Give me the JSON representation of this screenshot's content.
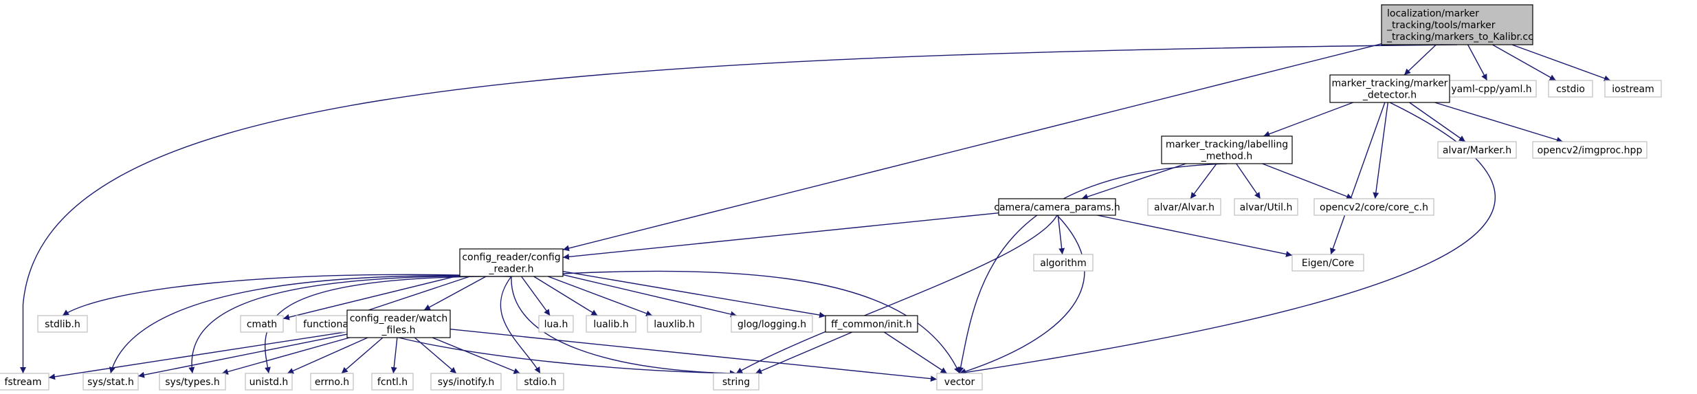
{
  "nodes": {
    "root": {
      "lines": [
        "localization/marker",
        "_tracking/tools/marker",
        "_tracking/markers_to_Kalibr.cc"
      ],
      "kind": "root"
    },
    "yaml": {
      "lines": [
        "yaml-cpp/yaml.h"
      ],
      "kind": "external"
    },
    "cstdio": {
      "lines": [
        "cstdio"
      ],
      "kind": "external"
    },
    "iostream": {
      "lines": [
        "iostream"
      ],
      "kind": "external"
    },
    "detector": {
      "lines": [
        "marker_tracking/marker",
        "_detector.h"
      ],
      "kind": "internal"
    },
    "alvar_marker": {
      "lines": [
        "alvar/Marker.h"
      ],
      "kind": "external"
    },
    "imgproc": {
      "lines": [
        "opencv2/imgproc.hpp"
      ],
      "kind": "external"
    },
    "labelling": {
      "lines": [
        "marker_tracking/labelling",
        "_method.h"
      ],
      "kind": "internal"
    },
    "camera": {
      "lines": [
        "camera/camera_params.h"
      ],
      "kind": "internal"
    },
    "alvar_alvar": {
      "lines": [
        "alvar/Alvar.h"
      ],
      "kind": "external"
    },
    "alvar_util": {
      "lines": [
        "alvar/Util.h"
      ],
      "kind": "external"
    },
    "core_c": {
      "lines": [
        "opencv2/core/core_c.h"
      ],
      "kind": "external"
    },
    "algorithm": {
      "lines": [
        "algorithm"
      ],
      "kind": "external"
    },
    "eigen": {
      "lines": [
        "Eigen/Core"
      ],
      "kind": "external"
    },
    "config": {
      "lines": [
        "config_reader/config",
        "_reader.h"
      ],
      "kind": "internal"
    },
    "stdlib": {
      "lines": [
        "stdlib.h"
      ],
      "kind": "external"
    },
    "cmath": {
      "lines": [
        "cmath"
      ],
      "kind": "external"
    },
    "functional": {
      "lines": [
        "functional"
      ],
      "kind": "external"
    },
    "watch": {
      "lines": [
        "config_reader/watch",
        "_files.h"
      ],
      "kind": "internal"
    },
    "lua": {
      "lines": [
        "lua.h"
      ],
      "kind": "external"
    },
    "lualib": {
      "lines": [
        "lualib.h"
      ],
      "kind": "external"
    },
    "lauxlib": {
      "lines": [
        "lauxlib.h"
      ],
      "kind": "external"
    },
    "glog": {
      "lines": [
        "glog/logging.h"
      ],
      "kind": "external"
    },
    "ffinit": {
      "lines": [
        "ff_common/init.h"
      ],
      "kind": "internal"
    },
    "fstream": {
      "lines": [
        "fstream"
      ],
      "kind": "external"
    },
    "sysstat": {
      "lines": [
        "sys/stat.h"
      ],
      "kind": "external"
    },
    "systypes": {
      "lines": [
        "sys/types.h"
      ],
      "kind": "external"
    },
    "unistd": {
      "lines": [
        "unistd.h"
      ],
      "kind": "external"
    },
    "errno": {
      "lines": [
        "errno.h"
      ],
      "kind": "external"
    },
    "fcntl": {
      "lines": [
        "fcntl.h"
      ],
      "kind": "external"
    },
    "inotify": {
      "lines": [
        "sys/inotify.h"
      ],
      "kind": "external"
    },
    "stdio": {
      "lines": [
        "stdio.h"
      ],
      "kind": "external"
    },
    "string": {
      "lines": [
        "string"
      ],
      "kind": "external"
    },
    "vector": {
      "lines": [
        "vector"
      ],
      "kind": "external"
    }
  },
  "edges": [
    [
      "root",
      "fstream"
    ],
    [
      "root",
      "config"
    ],
    [
      "root",
      "detector"
    ],
    [
      "root",
      "yaml"
    ],
    [
      "root",
      "cstdio"
    ],
    [
      "root",
      "iostream"
    ],
    [
      "detector",
      "labelling"
    ],
    [
      "detector",
      "alvar_marker"
    ],
    [
      "detector",
      "imgproc"
    ],
    [
      "detector",
      "core_c"
    ],
    [
      "detector",
      "eigen"
    ],
    [
      "detector",
      "vector"
    ],
    [
      "labelling",
      "camera"
    ],
    [
      "labelling",
      "alvar_alvar"
    ],
    [
      "labelling",
      "alvar_util"
    ],
    [
      "labelling",
      "core_c"
    ],
    [
      "labelling",
      "vector"
    ],
    [
      "camera",
      "config"
    ],
    [
      "camera",
      "algorithm"
    ],
    [
      "camera",
      "eigen"
    ],
    [
      "camera",
      "string"
    ],
    [
      "camera",
      "vector"
    ],
    [
      "config",
      "stdlib"
    ],
    [
      "config",
      "cmath"
    ],
    [
      "config",
      "functional"
    ],
    [
      "config",
      "watch"
    ],
    [
      "config",
      "lua"
    ],
    [
      "config",
      "lualib"
    ],
    [
      "config",
      "lauxlib"
    ],
    [
      "config",
      "glog"
    ],
    [
      "config",
      "ffinit"
    ],
    [
      "config",
      "sysstat"
    ],
    [
      "config",
      "systypes"
    ],
    [
      "config",
      "unistd"
    ],
    [
      "config",
      "stdio"
    ],
    [
      "config",
      "string"
    ],
    [
      "config",
      "vector"
    ],
    [
      "watch",
      "fstream"
    ],
    [
      "watch",
      "sysstat"
    ],
    [
      "watch",
      "systypes"
    ],
    [
      "watch",
      "unistd"
    ],
    [
      "watch",
      "errno"
    ],
    [
      "watch",
      "fcntl"
    ],
    [
      "watch",
      "inotify"
    ],
    [
      "watch",
      "stdio"
    ],
    [
      "watch",
      "string"
    ],
    [
      "watch",
      "vector"
    ],
    [
      "ffinit",
      "string"
    ],
    [
      "ffinit",
      "vector"
    ]
  ],
  "colors": {
    "root_fill": "#bfbfbf",
    "internal_fill": "#ffffff",
    "internal_border": "#000000",
    "external_border": "#bfbfbf",
    "external_text": "#000000",
    "edge": "#191970"
  }
}
